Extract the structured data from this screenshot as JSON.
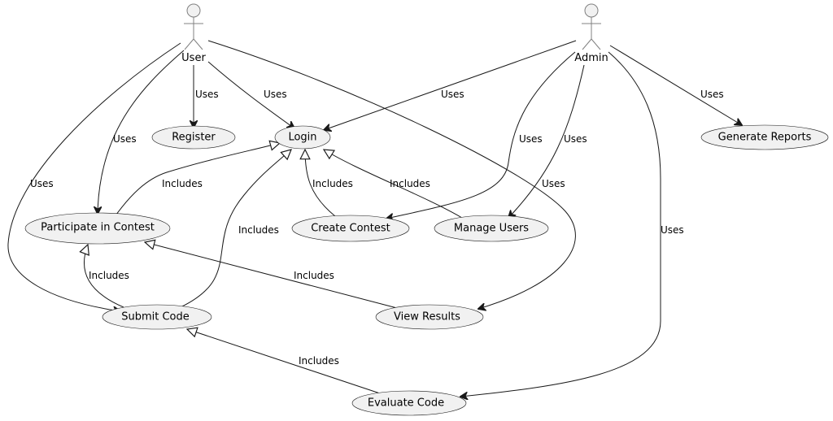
{
  "diagram": {
    "type": "use-case",
    "actors": [
      {
        "id": "user",
        "label": "User"
      },
      {
        "id": "admin",
        "label": "Admin"
      }
    ],
    "use_cases": [
      {
        "id": "register",
        "label": "Register"
      },
      {
        "id": "login",
        "label": "Login"
      },
      {
        "id": "generate_reports",
        "label": "Generate Reports"
      },
      {
        "id": "participate",
        "label": "Participate in Contest"
      },
      {
        "id": "create_contest",
        "label": "Create Contest"
      },
      {
        "id": "manage_users",
        "label": "Manage Users"
      },
      {
        "id": "submit_code",
        "label": "Submit Code"
      },
      {
        "id": "view_results",
        "label": "View Results"
      },
      {
        "id": "evaluate_code",
        "label": "Evaluate Code"
      }
    ],
    "relations": [
      {
        "from": "user",
        "to": "register",
        "label": "Uses",
        "kind": "uses"
      },
      {
        "from": "user",
        "to": "login",
        "label": "Uses",
        "kind": "uses"
      },
      {
        "from": "user",
        "to": "participate",
        "label": "Uses",
        "kind": "uses"
      },
      {
        "from": "user",
        "to": "submit_code",
        "label": "Uses",
        "kind": "uses"
      },
      {
        "from": "user",
        "to": "view_results",
        "label": "Uses",
        "kind": "uses"
      },
      {
        "from": "admin",
        "to": "login",
        "label": "Uses",
        "kind": "uses"
      },
      {
        "from": "admin",
        "to": "create_contest",
        "label": "Uses",
        "kind": "uses"
      },
      {
        "from": "admin",
        "to": "manage_users",
        "label": "Uses",
        "kind": "uses"
      },
      {
        "from": "admin",
        "to": "evaluate_code",
        "label": "Uses",
        "kind": "uses"
      },
      {
        "from": "admin",
        "to": "generate_reports",
        "label": "Uses",
        "kind": "uses"
      },
      {
        "from": "participate",
        "to": "login",
        "label": "Includes",
        "kind": "includes"
      },
      {
        "from": "submit_code",
        "to": "login",
        "label": "Includes",
        "kind": "includes"
      },
      {
        "from": "create_contest",
        "to": "login",
        "label": "Includes",
        "kind": "includes"
      },
      {
        "from": "manage_users",
        "to": "login",
        "label": "Includes",
        "kind": "includes"
      },
      {
        "from": "submit_code",
        "to": "participate",
        "label": "Includes",
        "kind": "includes"
      },
      {
        "from": "view_results",
        "to": "participate",
        "label": "Includes",
        "kind": "includes"
      },
      {
        "from": "evaluate_code",
        "to": "submit_code",
        "label": "Includes",
        "kind": "includes"
      }
    ]
  }
}
